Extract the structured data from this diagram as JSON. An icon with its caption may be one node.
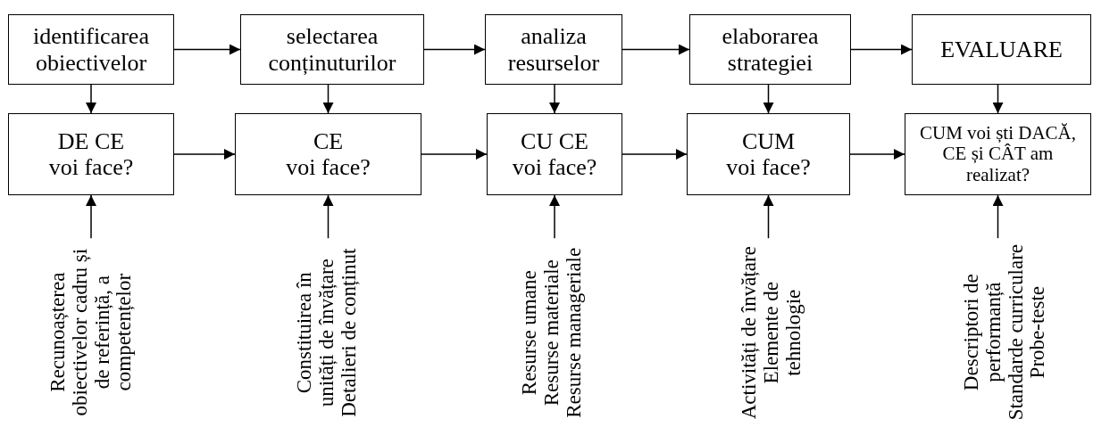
{
  "diagram": {
    "nodes": [
      {
        "text": [
          "identificarea obiectivelor"
        ]
      },
      {
        "text": [
          "selectarea conținuturilor"
        ]
      },
      {
        "text": [
          "analiza resurselor"
        ]
      },
      {
        "text": [
          "elaborarea strategiei"
        ]
      },
      {
        "text": [
          "EVALUARE"
        ]
      },
      {
        "text": [
          "DE CE",
          "voi face?"
        ]
      },
      {
        "text": [
          "CE",
          "voi face?"
        ]
      },
      {
        "text": [
          "CU CE",
          "voi face?"
        ]
      },
      {
        "text": [
          "CUM",
          "voi face?"
        ]
      },
      {
        "text": [
          "CUM voi ști DACĂ, CE și CÂT am realizat?"
        ]
      },
      {
        "text": [
          "Recunoașterea obiectivelor cadru și de referință, a competențelor"
        ]
      },
      {
        "text": [
          "Constituirea în unități de învățare",
          "Detalieri de conținut"
        ]
      },
      {
        "text": [
          "Resurse umane",
          "Resurse materiale",
          "Resurse manageriale"
        ]
      },
      {
        "text": [
          "Activități de învățare",
          "Elemente de tehnologie"
        ]
      },
      {
        "text": [
          "Descriptori de performanță",
          "Standarde curriculare",
          "Probe-teste"
        ]
      }
    ],
    "edges": [
      {
        "from": 0,
        "to": 1,
        "arrow": "to"
      },
      {
        "from": 1,
        "to": 2,
        "arrow": "to"
      },
      {
        "from": 2,
        "to": 3,
        "arrow": "to"
      },
      {
        "from": 3,
        "to": 4,
        "arrow": "to"
      },
      {
        "from": 0,
        "to": 5,
        "arrow": "to"
      },
      {
        "from": 1,
        "to": 6,
        "arrow": "to"
      },
      {
        "from": 2,
        "to": 7,
        "arrow": "to"
      },
      {
        "from": 3,
        "to": 8,
        "arrow": "to"
      },
      {
        "from": 4,
        "to": 9,
        "arrow": "to"
      },
      {
        "from": 5,
        "to": 6,
        "arrow": "to"
      },
      {
        "from": 6,
        "to": 7,
        "arrow": "to"
      },
      {
        "from": 7,
        "to": 8,
        "arrow": "to"
      },
      {
        "from": 8,
        "to": 9,
        "arrow": "to"
      },
      {
        "from": 10,
        "to": 5,
        "arrow": "to"
      },
      {
        "from": 11,
        "to": 6,
        "arrow": "to"
      },
      {
        "from": 12,
        "to": 7,
        "arrow": "to"
      },
      {
        "from": 13,
        "to": 8,
        "arrow": "to"
      },
      {
        "from": 14,
        "to": 9,
        "arrow": "to"
      }
    ]
  }
}
